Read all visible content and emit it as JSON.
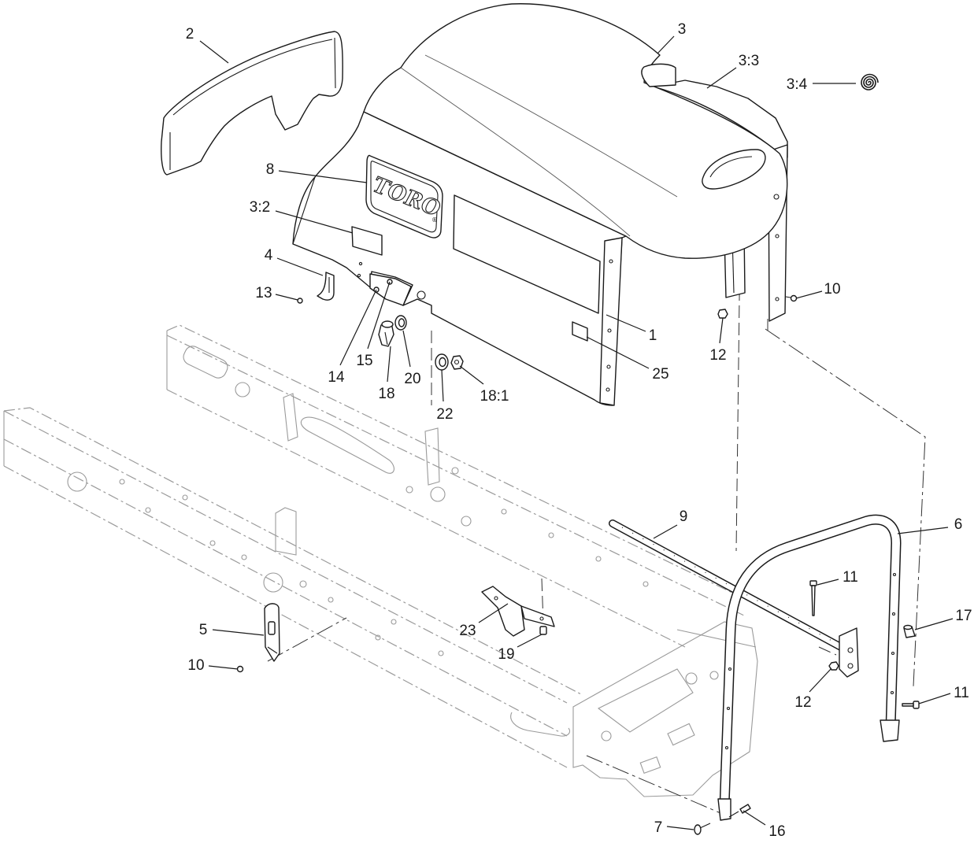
{
  "figure": {
    "badge_text": "TORO",
    "badge_mark": "®"
  },
  "callouts": [
    "2",
    "3",
    "3:3",
    "3:4",
    "8",
    "3:2",
    "4",
    "13",
    "14",
    "15",
    "18",
    "20",
    "22",
    "18:1",
    "1",
    "25",
    "10",
    "12",
    "9",
    "6",
    "11",
    "17",
    "23",
    "19",
    "5",
    "10",
    "12",
    "11",
    "7",
    "16"
  ],
  "colors": {
    "line": "#1a1a1a",
    "phantom": "#9a9a9a",
    "background": "#ffffff"
  }
}
